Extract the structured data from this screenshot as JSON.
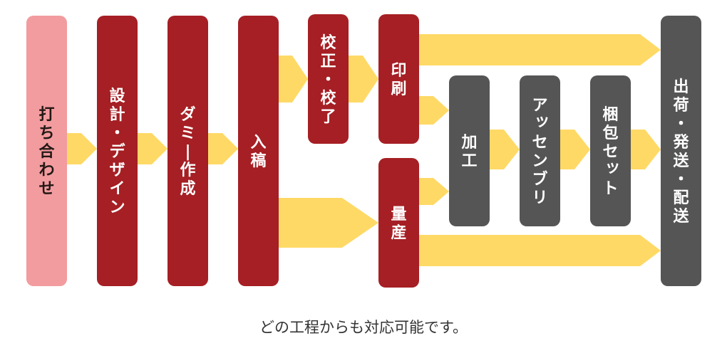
{
  "colors": {
    "pink": "#F29C9F",
    "red": "#A51F24",
    "gray": "#555555",
    "arrow": "#FFD966",
    "pink_text": "#231815",
    "light_text": "#FFFFFF"
  },
  "steps": [
    {
      "id": "uchiawase",
      "label": "打ち合わせ",
      "color": "pink"
    },
    {
      "id": "sekkei",
      "label": "設計・デザイン",
      "color": "red"
    },
    {
      "id": "dummy",
      "label": "ダミー作成",
      "color": "red"
    },
    {
      "id": "nyuko",
      "label": "入稿",
      "color": "red"
    },
    {
      "id": "kosei",
      "label": "校正・校了",
      "color": "red"
    },
    {
      "id": "insatsu",
      "label": "印刷",
      "color": "red"
    },
    {
      "id": "ryosan",
      "label": "量産",
      "color": "red"
    },
    {
      "id": "kako",
      "label": "加工",
      "color": "gray"
    },
    {
      "id": "assembly",
      "label": "アッセンブリ",
      "color": "gray"
    },
    {
      "id": "konpo",
      "label": "梱包セット",
      "color": "gray"
    },
    {
      "id": "shukka",
      "label": "出荷・発送・配送",
      "color": "gray"
    }
  ],
  "caption": "どの工程からも対応可能です。"
}
